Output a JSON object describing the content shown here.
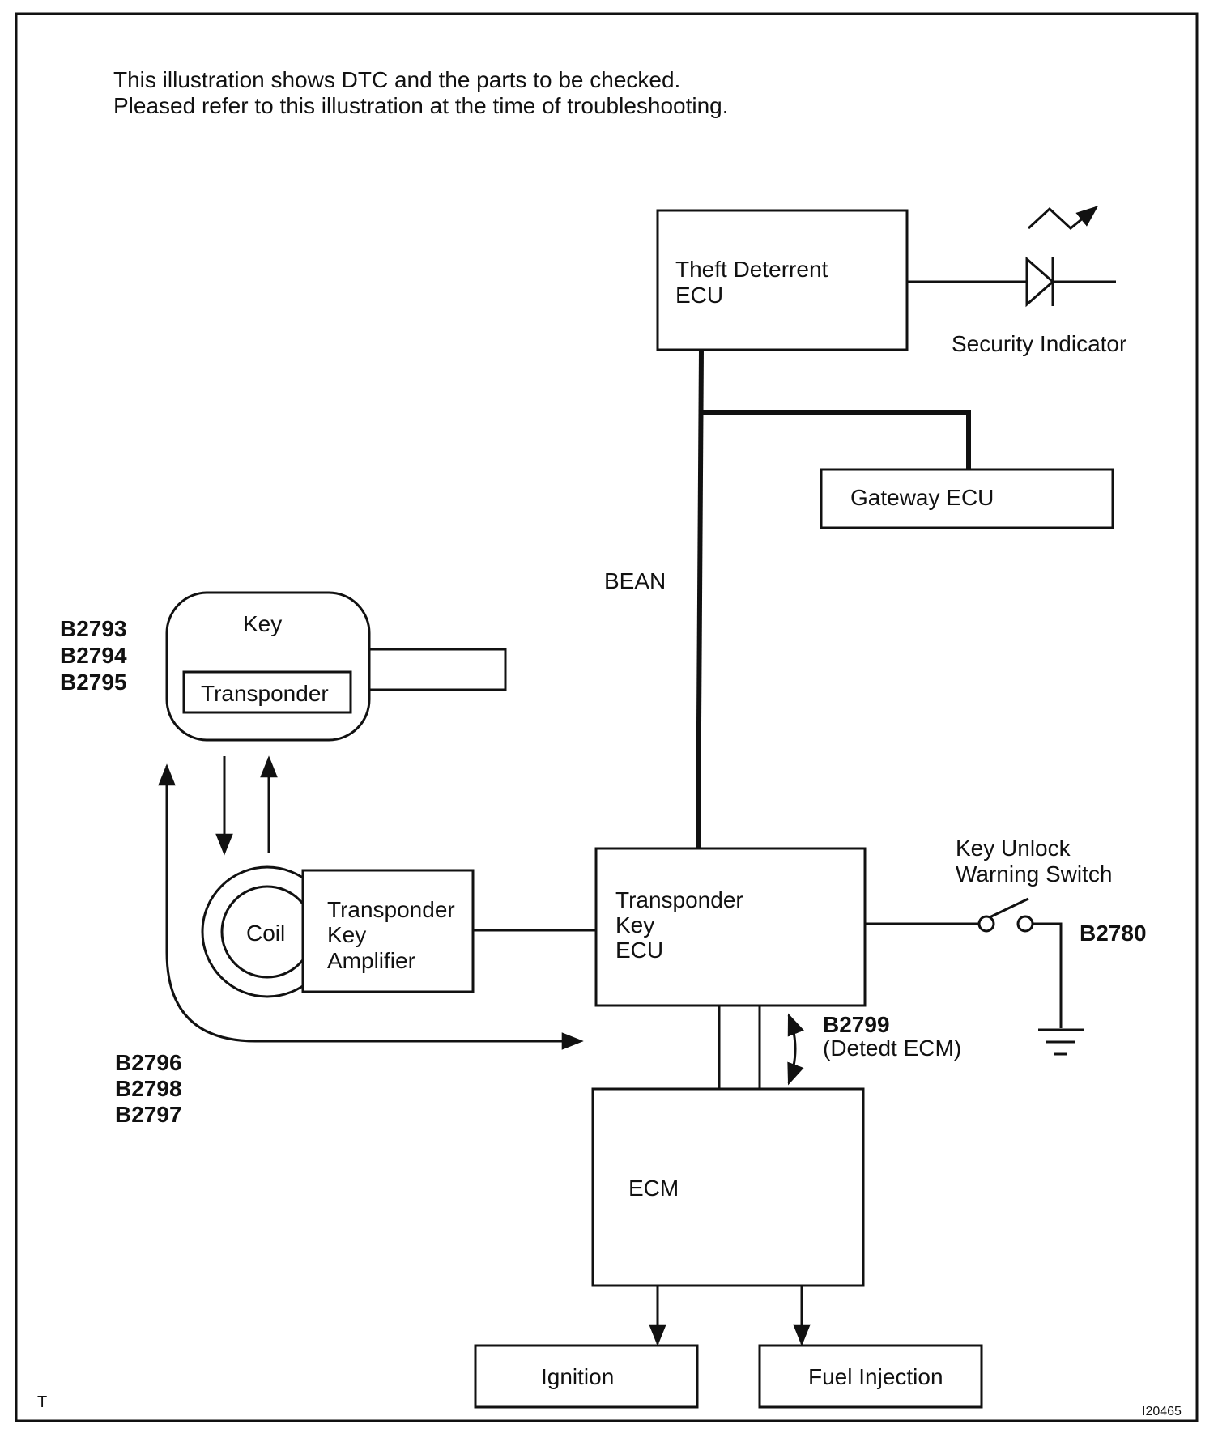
{
  "intro": {
    "line1": "This illustration shows DTC and the parts to be checked.",
    "line2": "Pleased refer to this illustration at the time of troubleshooting."
  },
  "blocks": {
    "theft_deterrent_ecu": [
      "Theft Deterrent",
      "ECU"
    ],
    "security_indicator": "Security Indicator",
    "gateway_ecu": "Gateway ECU",
    "bean": "BEAN",
    "key": "Key",
    "transponder": "Transponder",
    "coil": "Coil",
    "transponder_key_amplifier": [
      "Transponder",
      "Key",
      "Amplifier"
    ],
    "transponder_key_ecu": [
      "Transponder",
      "Key",
      "ECU"
    ],
    "key_unlock_warning_switch": [
      "Key Unlock",
      "Warning Switch"
    ],
    "ecm": "ECM",
    "ignition": "Ignition",
    "fuel_injection": "Fuel Injection"
  },
  "dtc": {
    "key_group": [
      "B2793",
      "B2794",
      "B2795"
    ],
    "amp_group": [
      "B2796",
      "B2798",
      "B2797"
    ],
    "switch": "B2780",
    "ecm_code": "B2799",
    "ecm_note": "(Detedt ECM)"
  },
  "footer": {
    "corner_mark": "T",
    "figure_id": "I20465"
  }
}
